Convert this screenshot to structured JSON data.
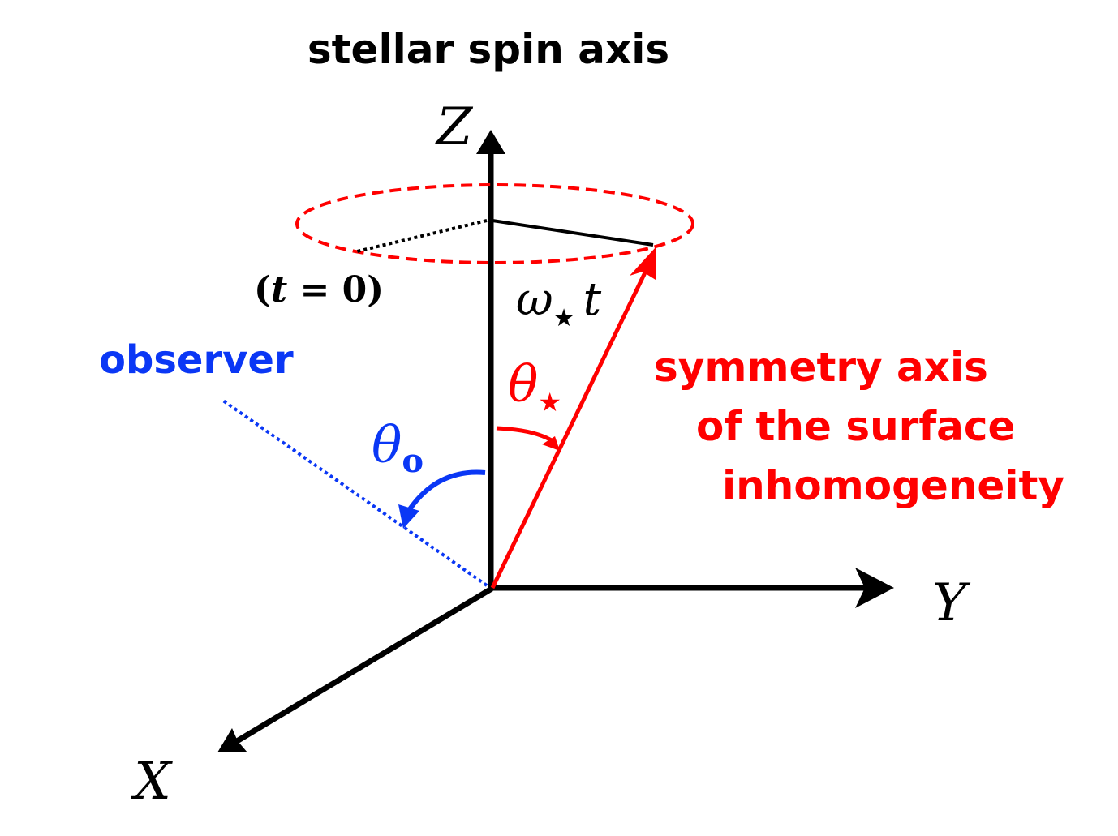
{
  "labels": {
    "title": "stellar spin axis",
    "axis_z": "Z",
    "axis_y": "Y",
    "axis_x": "X",
    "t_zero": "(t = 0)",
    "t_zero_open": "(",
    "t_zero_t": "t",
    "t_zero_eq": " = ",
    "t_zero_num": "0",
    "t_zero_close": ")",
    "omega": "ω",
    "omega_sub": "★",
    "omega_t": "t",
    "theta_star": "θ",
    "theta_star_sub": "★",
    "theta_obs": "θ",
    "theta_obs_sub": "o",
    "observer": "observer",
    "symmetry_line1": "symmetry axis",
    "symmetry_line2": "of the surface",
    "symmetry_line3": "inhomogeneity"
  },
  "colors": {
    "axes": "#000000",
    "symmetry": "#ff0000",
    "observer": "#0a37f5"
  }
}
